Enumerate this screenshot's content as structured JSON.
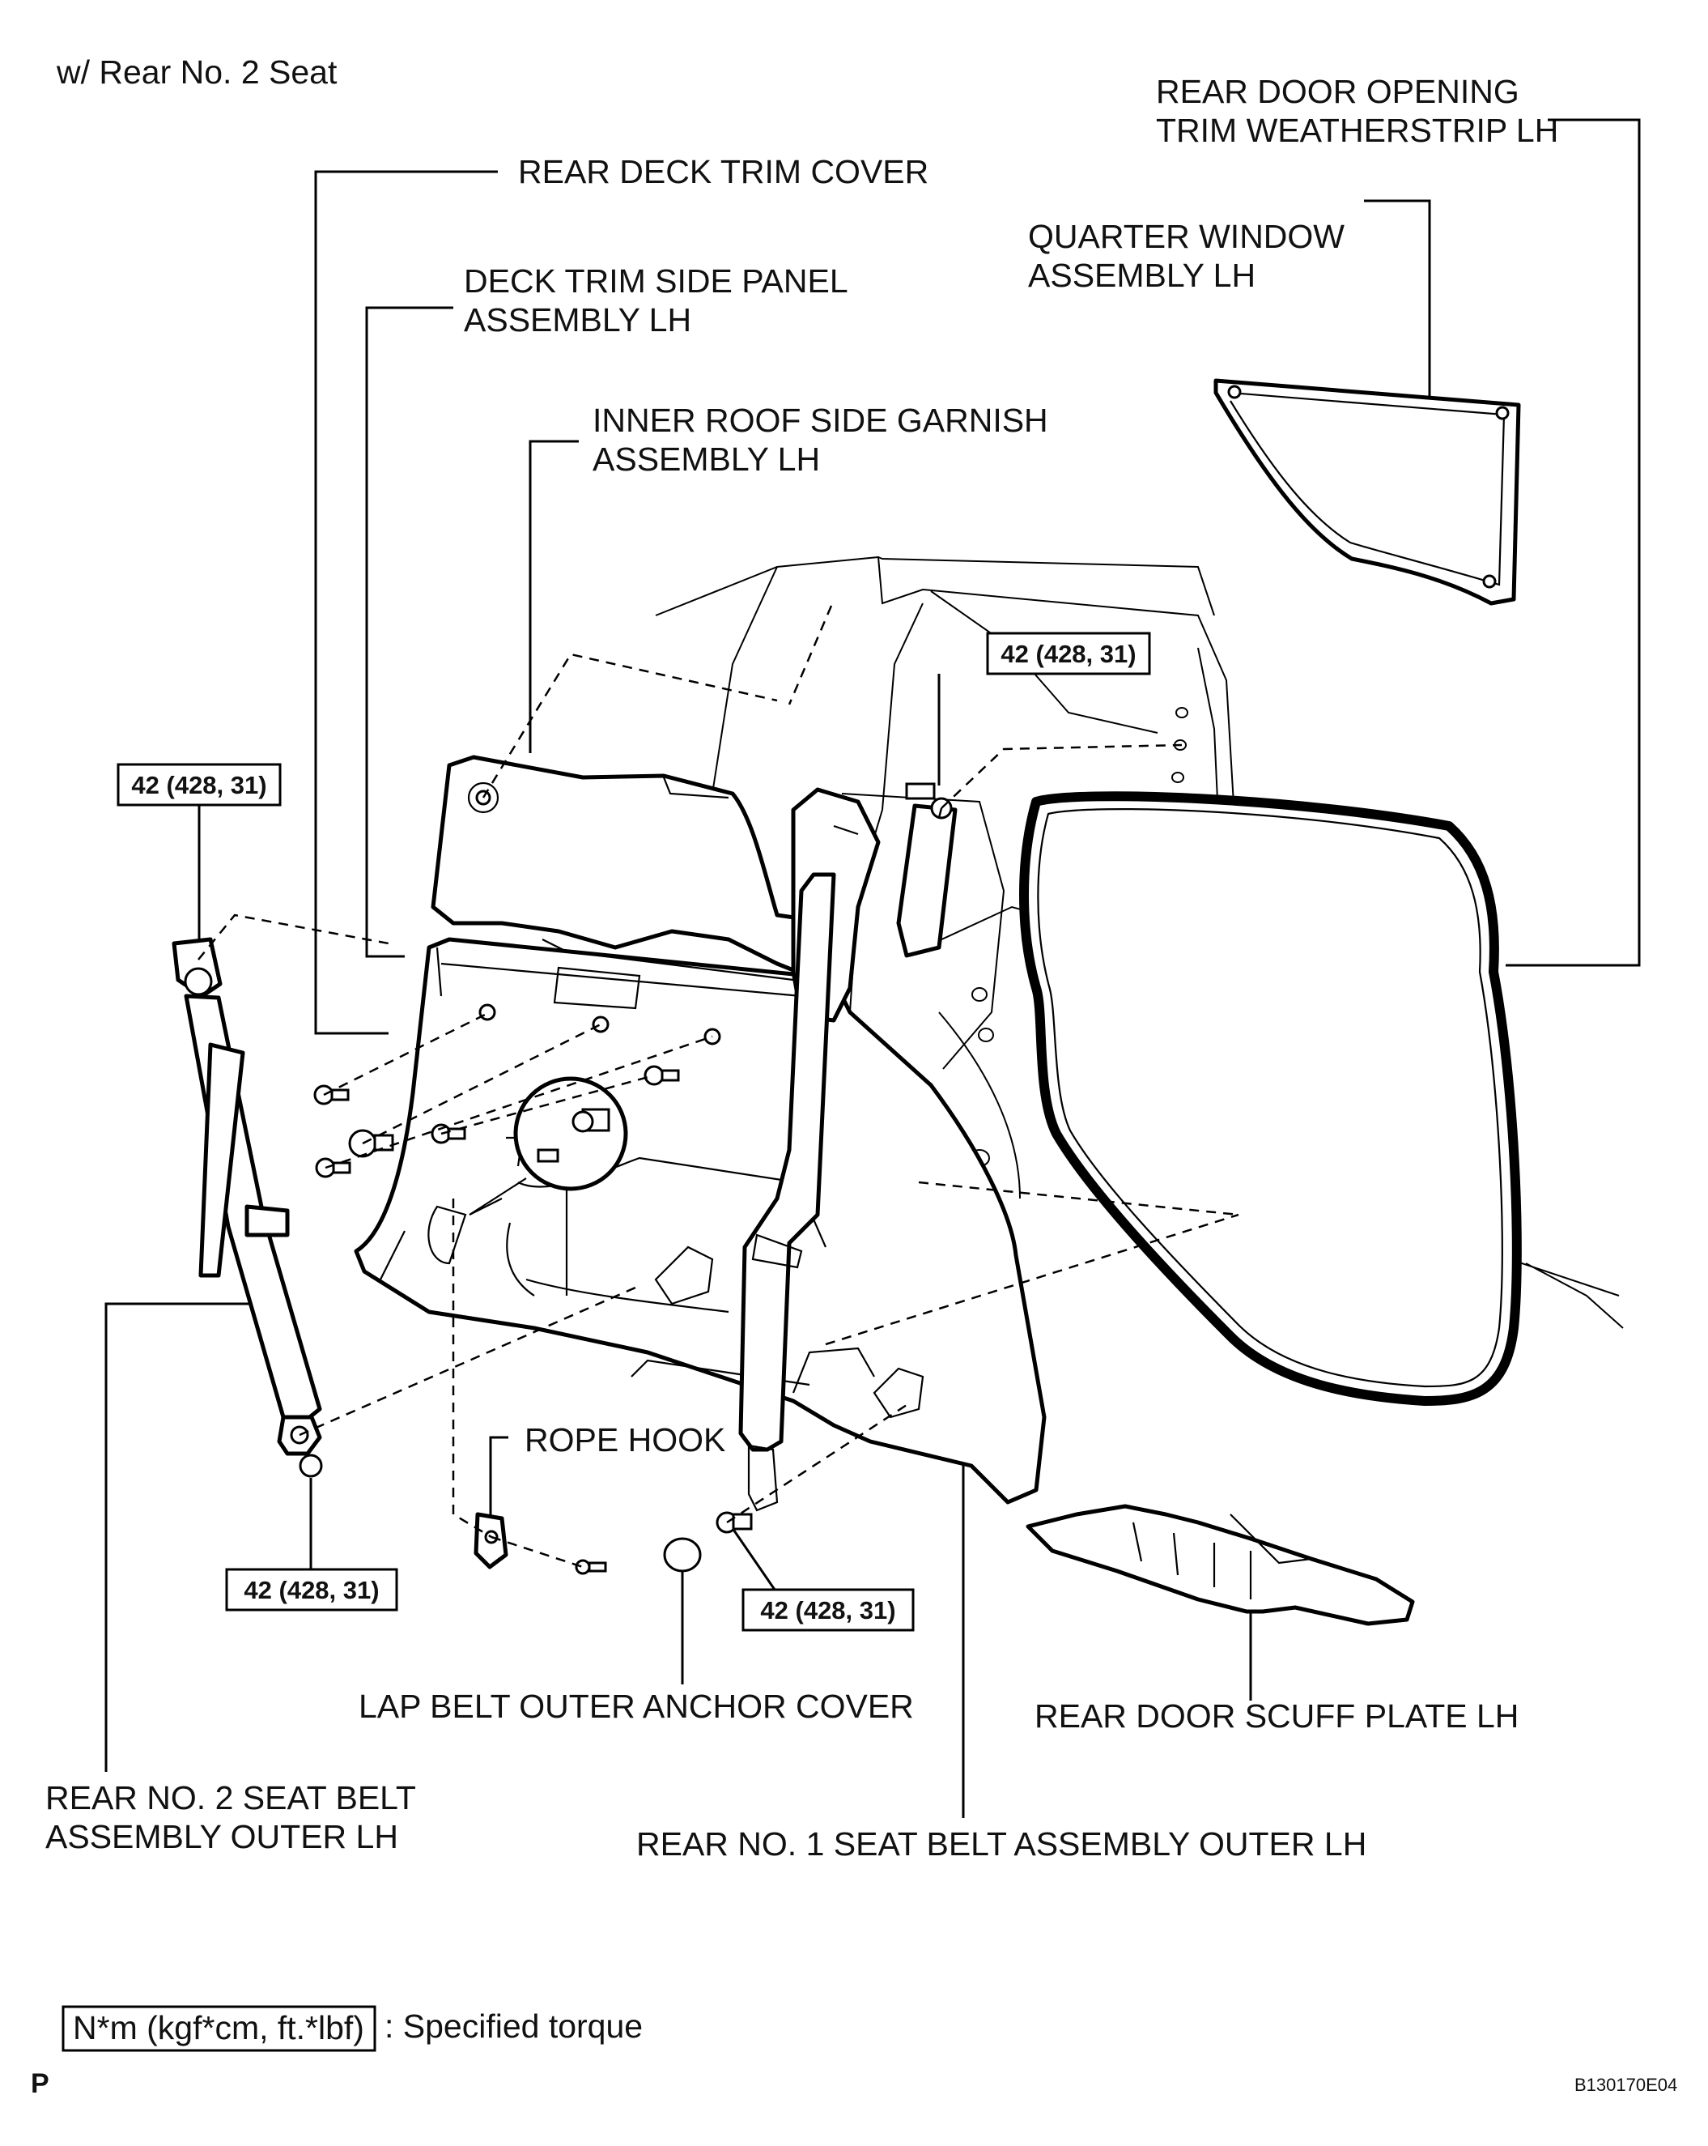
{
  "header": {
    "variant": "w/ Rear No. 2 Seat"
  },
  "labels": {
    "rear_deck_trim_cover": "REAR DECK TRIM COVER",
    "deck_trim_side_panel_l1": "DECK TRIM SIDE PANEL",
    "deck_trim_side_panel_l2": "ASSEMBLY LH",
    "inner_roof_side_garnish_l1": "INNER ROOF SIDE GARNISH",
    "inner_roof_side_garnish_l2": "ASSEMBLY LH",
    "rear_door_opening_trim_l1": "REAR DOOR OPENING",
    "rear_door_opening_trim_l2": "TRIM WEATHERSTRIP LH",
    "quarter_window_l1": "QUARTER WINDOW",
    "quarter_window_l2": "ASSEMBLY LH",
    "rope_hook": "ROPE HOOK",
    "lap_belt_outer_anchor_cover": "LAP BELT OUTER ANCHOR COVER",
    "rear_door_scuff_plate": "REAR DOOR SCUFF PLATE LH",
    "rear_no2_seat_belt_l1": "REAR NO. 2 SEAT BELT",
    "rear_no2_seat_belt_l2": "ASSEMBLY OUTER LH",
    "rear_no1_seat_belt": "REAR NO. 1 SEAT BELT ASSEMBLY OUTER LH"
  },
  "torque_specs": {
    "upper_right": "42 (428, 31)",
    "upper_left": "42 (428, 31)",
    "lower_left": "42 (428, 31)",
    "lower_center": "42 (428, 31)"
  },
  "legend": {
    "unit_box": "N*m (kgf*cm, ft.*lbf)",
    "description": ": Specified torque"
  },
  "footer": {
    "marker": "P",
    "figure_code": "B130170E04"
  }
}
